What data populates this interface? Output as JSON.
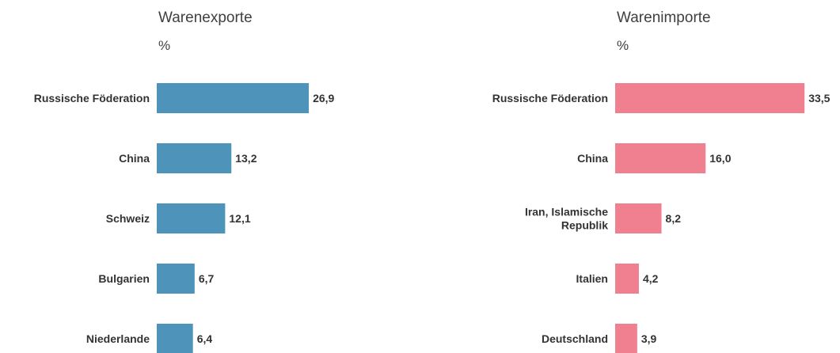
{
  "chart_data": [
    {
      "type": "bar",
      "orientation": "horizontal",
      "title": "Warenexporte",
      "subtitle": "%",
      "categories": [
        "Russische Föderation",
        "China",
        "Schweiz",
        "Bulgarien",
        "Niederlande"
      ],
      "values": [
        26.9,
        13.2,
        12.1,
        6.7,
        6.4
      ],
      "value_labels": [
        "26,9",
        "13,2",
        "12,1",
        "6,7",
        "6,4"
      ],
      "color": "#4e93b9"
    },
    {
      "type": "bar",
      "orientation": "horizontal",
      "title": "Warenimporte",
      "subtitle": "%",
      "categories": [
        "Russische Föderation",
        "China",
        "Iran, Islamische Republik",
        "Italien",
        "Deutschland"
      ],
      "category_lines": [
        [
          "Russische Föderation"
        ],
        [
          "China"
        ],
        [
          "Iran, Islamische",
          "Republik"
        ],
        [
          "Italien"
        ],
        [
          "Deutschland"
        ]
      ],
      "values": [
        33.5,
        16.0,
        8.2,
        4.2,
        3.9
      ],
      "value_labels": [
        "33,5",
        "16,0",
        "8,2",
        "4,2",
        "3,9"
      ],
      "color": "#f08090"
    }
  ]
}
